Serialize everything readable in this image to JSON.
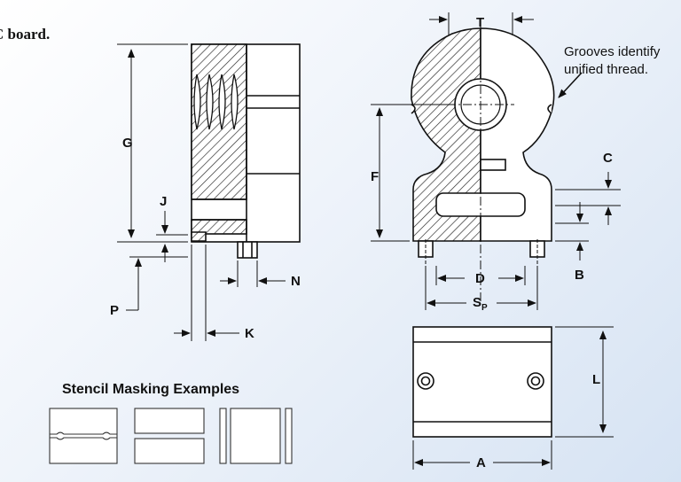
{
  "caption_fragment": "C board.",
  "callout": {
    "line1": "Grooves identify",
    "line2": "unified thread."
  },
  "dimensions": {
    "G": "G",
    "J": "J",
    "P": "P",
    "K": "K",
    "N": "N",
    "T": "T",
    "F": "F",
    "C": "C",
    "D": "D",
    "B": "B",
    "S": "S",
    "S_sub": "P",
    "L": "L",
    "A": "A"
  },
  "stencil": {
    "title": "Stencil Masking Examples"
  }
}
